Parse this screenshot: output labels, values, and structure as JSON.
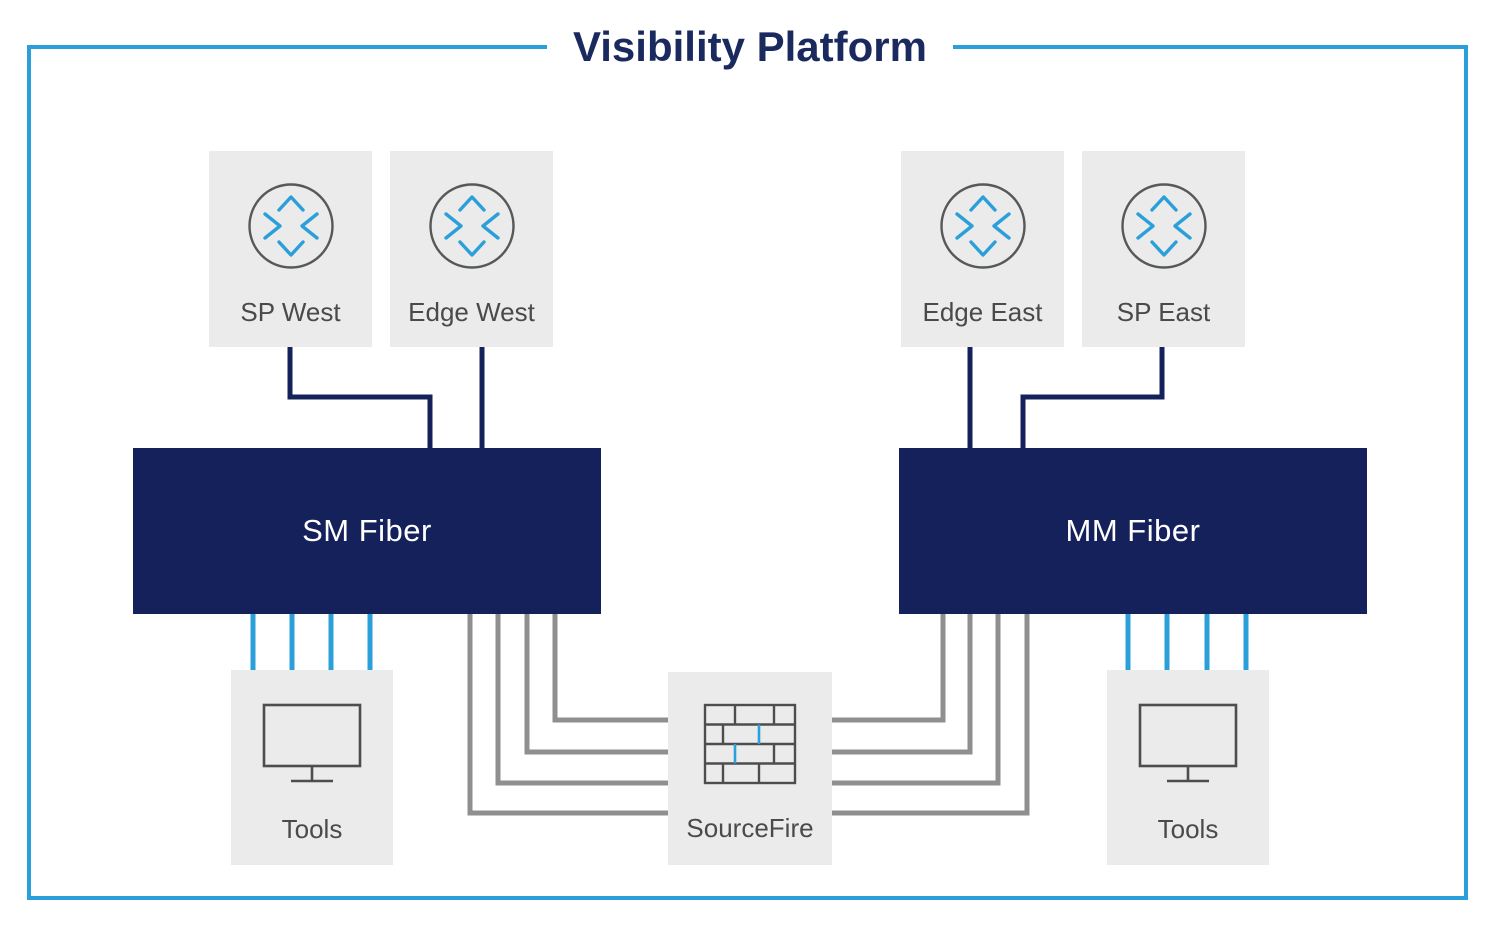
{
  "title": "Visibility Platform",
  "palette": {
    "navy": "#14215b",
    "accent_blue": "#2b9fd9",
    "line_gray": "#8f8f8f",
    "node_background": "#ebebeb",
    "icon_stroke": "#4d4d4d",
    "label_color": "#4a4a4a",
    "fiber_label_color": "#ffffff"
  },
  "nodes": {
    "sp_west": {
      "label": "SP West",
      "icon": "router-icon"
    },
    "edge_west": {
      "label": "Edge West",
      "icon": "router-icon"
    },
    "edge_east": {
      "label": "Edge East",
      "icon": "router-icon"
    },
    "sp_east": {
      "label": "SP East",
      "icon": "router-icon"
    },
    "sm_fiber": {
      "label": "SM Fiber"
    },
    "mm_fiber": {
      "label": "MM Fiber"
    },
    "tools_west": {
      "label": "Tools",
      "icon": "monitor-icon"
    },
    "sourcefire": {
      "label": "SourceFire",
      "icon": "firewall-icon"
    },
    "tools_east": {
      "label": "Tools",
      "icon": "monitor-icon"
    }
  },
  "edges": [
    {
      "from": "SP West",
      "to": "SM Fiber",
      "style": "navy",
      "count": 1
    },
    {
      "from": "Edge West",
      "to": "SM Fiber",
      "style": "navy",
      "count": 1
    },
    {
      "from": "Edge East",
      "to": "MM Fiber",
      "style": "navy",
      "count": 1
    },
    {
      "from": "SP East",
      "to": "MM Fiber",
      "style": "navy",
      "count": 1
    },
    {
      "from": "SM Fiber",
      "to": "Tools (west)",
      "style": "blue",
      "count": 4
    },
    {
      "from": "MM Fiber",
      "to": "Tools (east)",
      "style": "blue",
      "count": 4
    },
    {
      "from": "SM Fiber",
      "to": "SourceFire",
      "style": "gray",
      "count": 4
    },
    {
      "from": "MM Fiber",
      "to": "SourceFire",
      "style": "gray",
      "count": 4
    }
  ]
}
